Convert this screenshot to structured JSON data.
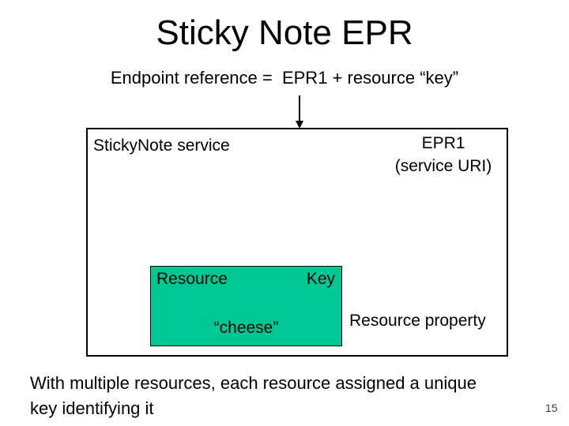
{
  "slide": {
    "title": "Sticky Note EPR",
    "subtitle": "Endpoint reference =  EPR1 + resource “key”",
    "page_number": "15"
  },
  "diagram": {
    "service_box": {
      "label": "StickyNote service",
      "epr_label_line1": "EPR1",
      "epr_label_line2": "(service URI)"
    },
    "resource_box": {
      "header_left": "Resource",
      "header_right": "Key",
      "key_value": "“cheese”"
    },
    "property_label": "Resource property"
  },
  "note": {
    "line1": "With multiple resources, each resource assigned a unique",
    "line2": "key identifying it"
  },
  "icons": {
    "down_arrow": "↓"
  },
  "colors": {
    "background": "#FFFFFF",
    "text": "#000000",
    "border": "#000000",
    "resource_box_fill": "#00C894",
    "page_number_text": "#404040"
  }
}
